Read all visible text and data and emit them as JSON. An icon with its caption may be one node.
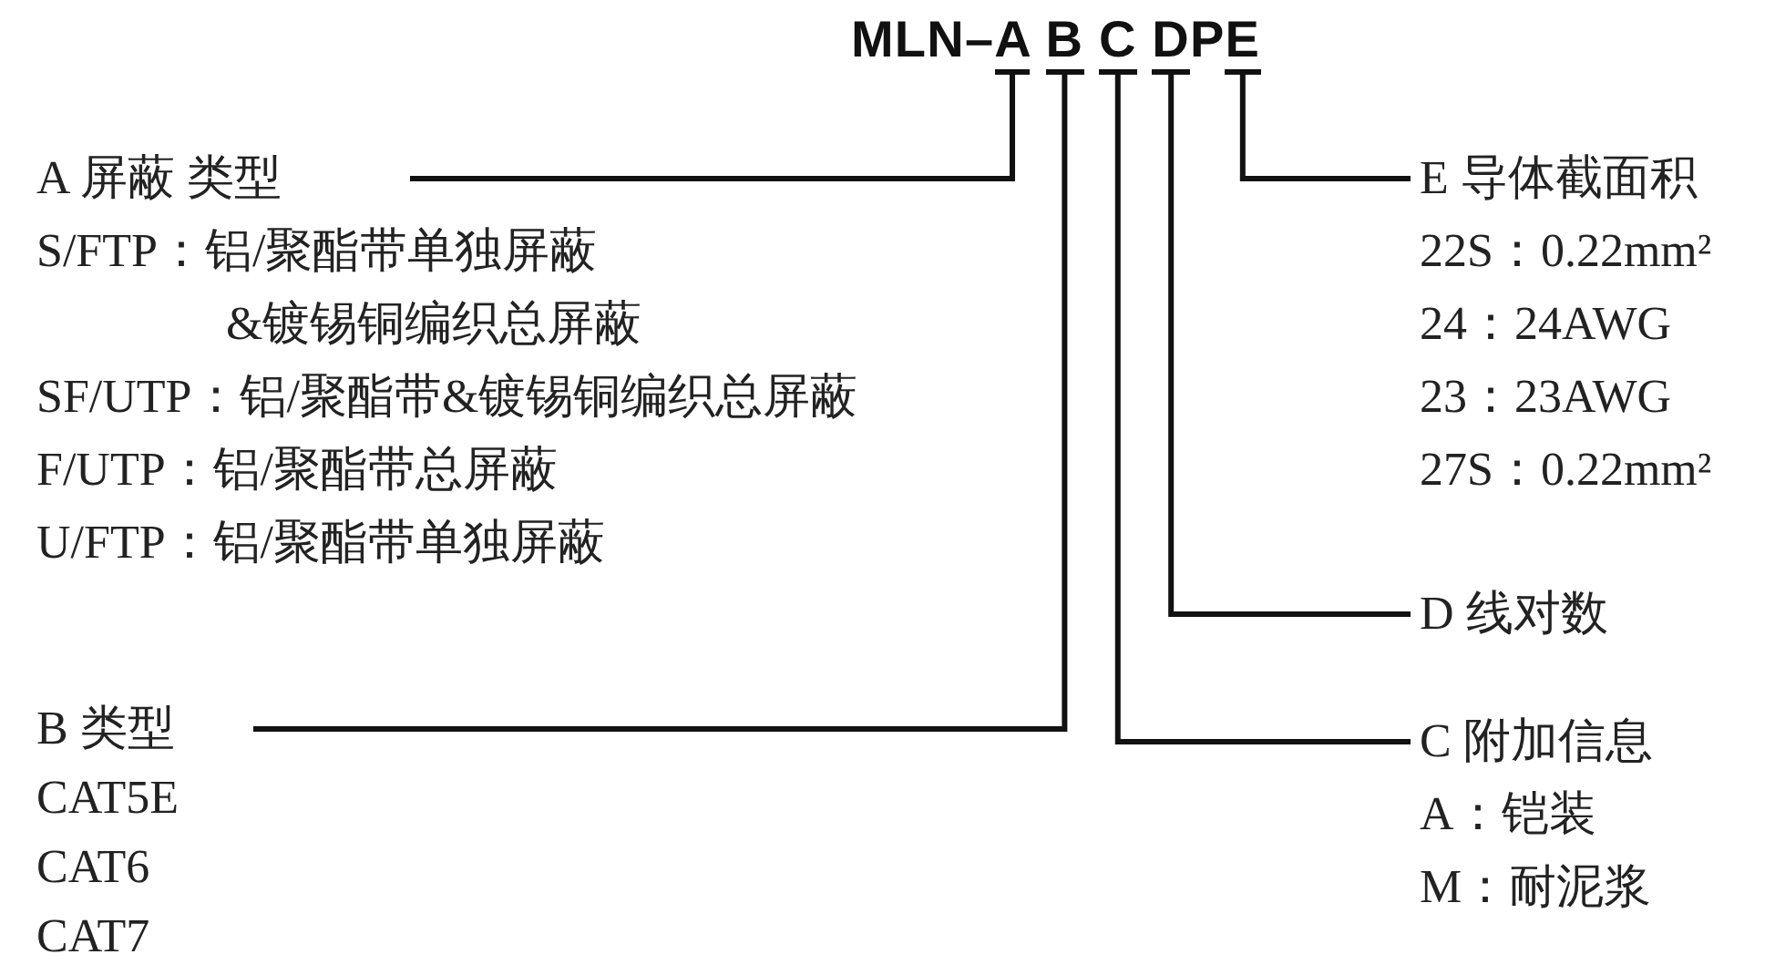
{
  "diagram": {
    "title": "MLN–A B C DPE",
    "nodes": [
      {
        "text": [],
        "shape": "bar"
      },
      {
        "text": [],
        "shape": "bar"
      },
      {
        "text": [],
        "shape": "bar"
      },
      {
        "text": [],
        "shape": "bar"
      },
      {
        "text": [],
        "shape": "bar"
      },
      {
        "text": [
          "A 屏蔽 类型"
        ],
        "beside": [
          "S/FTP：铝/聚酯带单独屏蔽 &镀锡铜编织总屏蔽",
          "SF/UTP：铝/聚酯带&镀锡铜编织总屏蔽",
          "F/UTP：铝/聚酯带总屏蔽",
          "U/FTP：铝/聚酯带单独屏蔽"
        ]
      },
      {
        "text": [
          "E 导体截面积"
        ],
        "beside": [
          "22S：0.22mm²",
          "24：24AWG",
          "23：23AWG",
          "27S：0.22mm²"
        ]
      },
      {
        "text": [
          "D 线对数"
        ]
      },
      {
        "text": [
          "B 类型"
        ],
        "beside": [
          "CAT5E",
          "CAT6",
          "CAT7"
        ]
      },
      {
        "text": [
          "C 附加信息"
        ],
        "beside": [
          "A：铠装",
          "M：耐泥浆"
        ]
      }
    ],
    "edges": [
      {
        "from": 5,
        "to": 0,
        "arrow": "none"
      },
      {
        "from": 6,
        "to": 4,
        "arrow": "none"
      },
      {
        "from": 7,
        "to": 3,
        "arrow": "none"
      },
      {
        "from": 8,
        "to": 1,
        "arrow": "none"
      },
      {
        "from": 9,
        "to": 2,
        "arrow": "none"
      }
    ]
  }
}
